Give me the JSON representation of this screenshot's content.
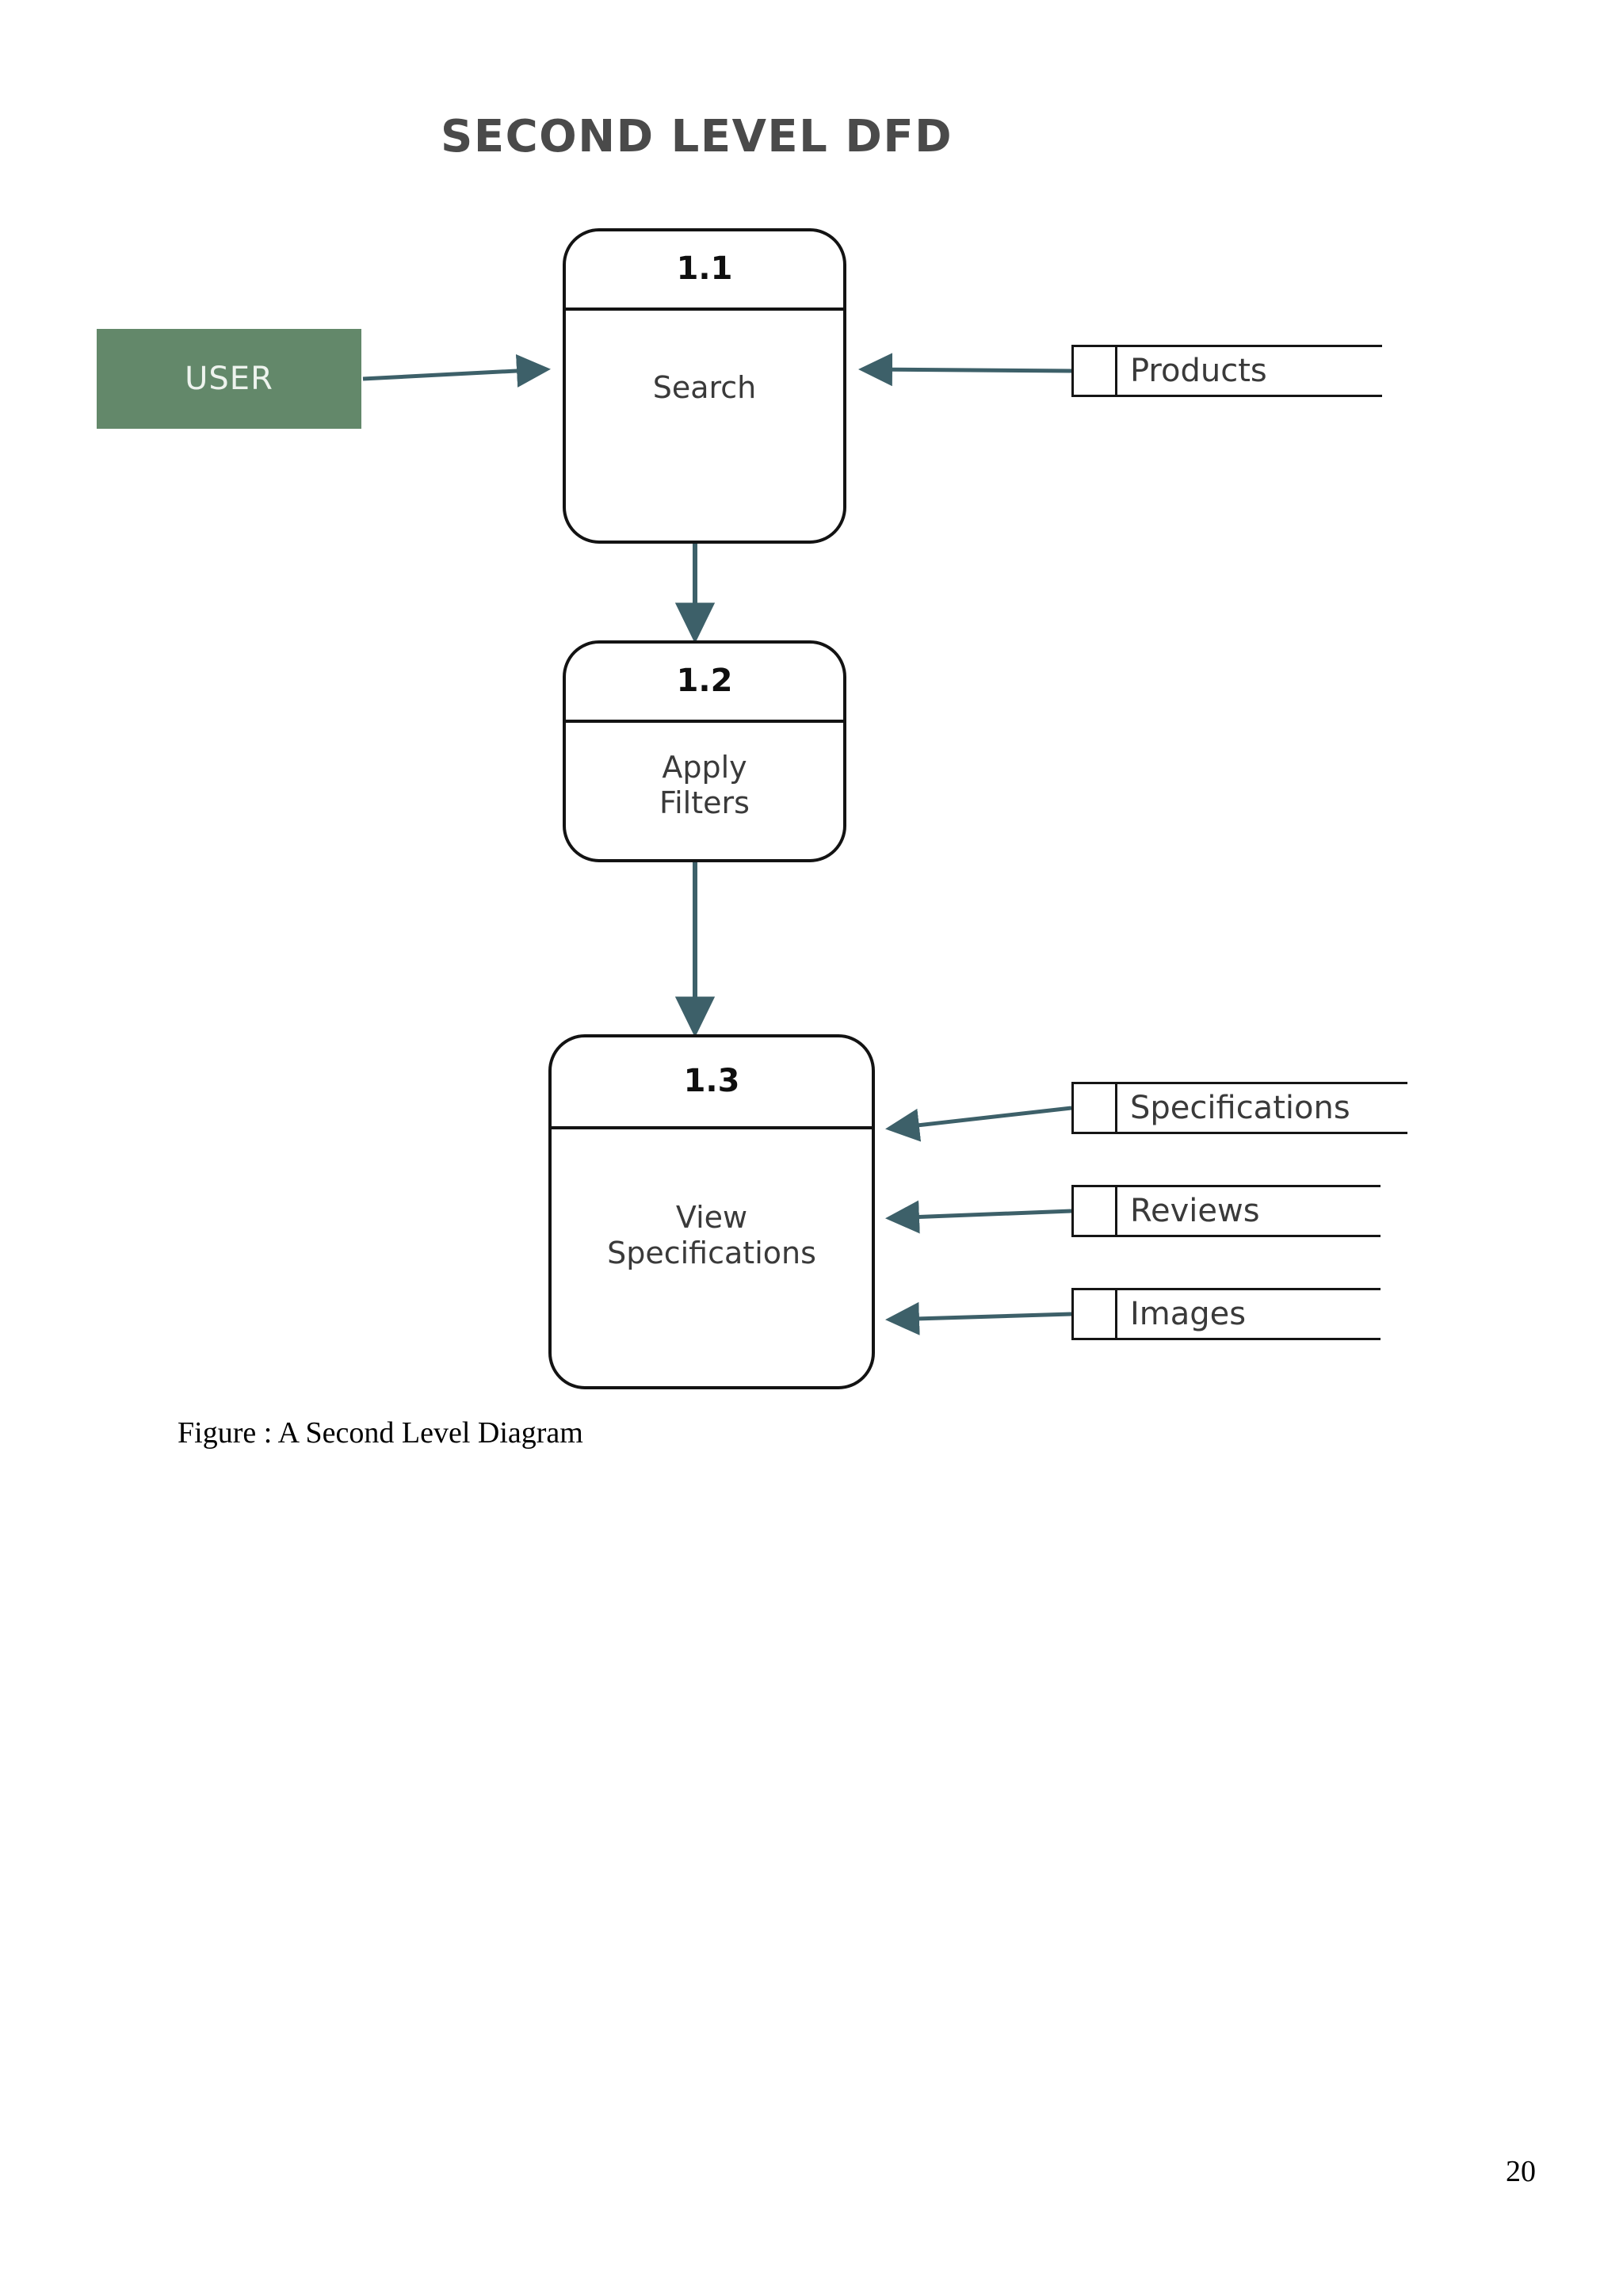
{
  "page": {
    "title": "SECOND LEVEL DFD",
    "caption": "Figure : A Second Level Diagram",
    "page_number": "20",
    "background_color": "#ffffff"
  },
  "colors": {
    "entity_fill": "#63886a",
    "entity_text": "#eef3ee",
    "process_stroke": "#131313",
    "process_fill": "#ffffff",
    "process_number_text": "#0f0f0f",
    "process_label_text": "#3a3a3a",
    "store_stroke": "#151515",
    "store_text": "#3a3a3a",
    "flow_arrow": "#3d6069",
    "title_text": "#4a4a4a"
  },
  "diagram": {
    "type": "data-flow-diagram",
    "level": "Second Level",
    "entities": [
      {
        "id": "user",
        "label": "USER",
        "shape": "rectangle"
      }
    ],
    "processes": [
      {
        "id": "p11",
        "number": "1.1",
        "label": "Search"
      },
      {
        "id": "p12",
        "number": "1.2",
        "label": "Apply\nFilters",
        "line1": "Apply",
        "line2": "Filters"
      },
      {
        "id": "p13",
        "number": "1.3",
        "label": "View\nSpecifications",
        "line1": "View",
        "line2": "Specifications"
      }
    ],
    "data_stores": [
      {
        "id": "ds-products",
        "label": "Products"
      },
      {
        "id": "ds-specifications",
        "label": "Specifications"
      },
      {
        "id": "ds-reviews",
        "label": "Reviews"
      },
      {
        "id": "ds-images",
        "label": "Images"
      }
    ],
    "flows": [
      {
        "from": "user",
        "to": "p11",
        "label": ""
      },
      {
        "from": "ds-products",
        "to": "p11",
        "label": ""
      },
      {
        "from": "p11",
        "to": "p12",
        "label": ""
      },
      {
        "from": "p12",
        "to": "p13",
        "label": ""
      },
      {
        "from": "ds-specifications",
        "to": "p13",
        "label": ""
      },
      {
        "from": "ds-reviews",
        "to": "p13",
        "label": ""
      },
      {
        "from": "ds-images",
        "to": "p13",
        "label": ""
      }
    ]
  }
}
